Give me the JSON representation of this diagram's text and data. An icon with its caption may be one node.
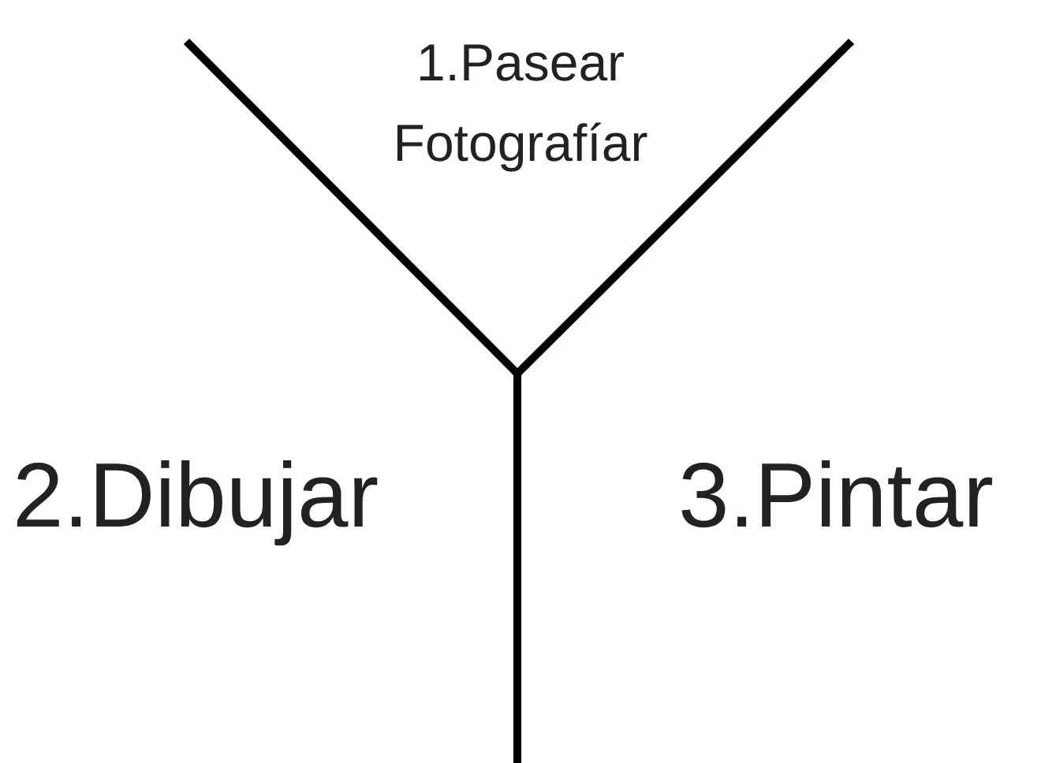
{
  "diagram": {
    "labels": [
      "1.Pasear Fotografíar",
      "2.Dibujar",
      "3.Pintar"
    ]
  }
}
